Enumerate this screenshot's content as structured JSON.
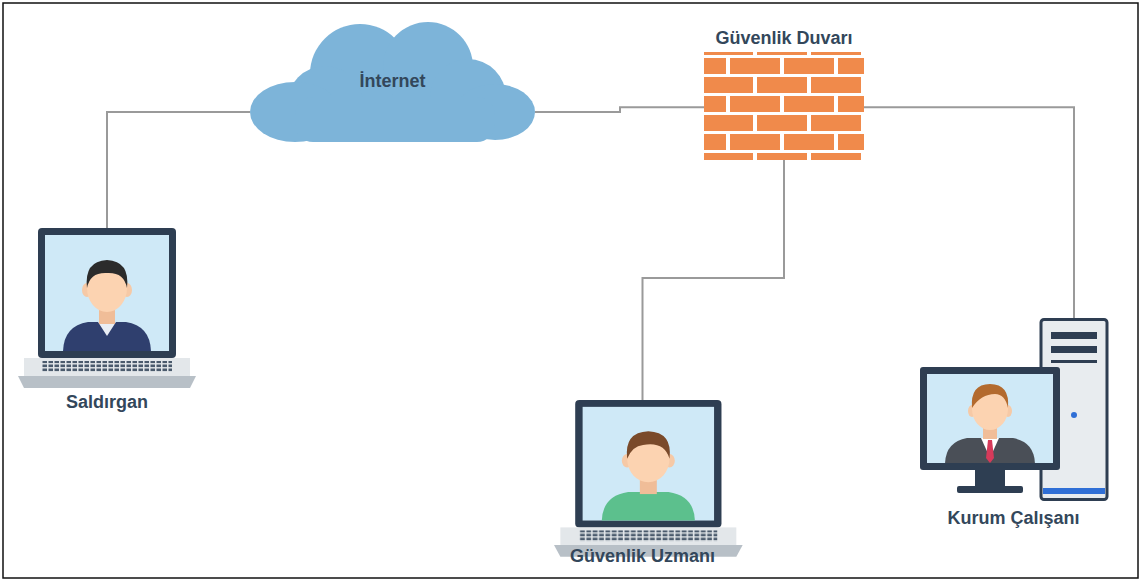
{
  "diagram": {
    "nodes": [
      {
        "text": [
          "İnternet"
        ]
      },
      {
        "text": [
          "Güvenlik Duvarı"
        ]
      },
      {
        "text": [
          "Saldırgan"
        ]
      },
      {
        "text": [
          "Güvenlik Uzmanı"
        ]
      },
      {
        "text": [
          "Kurum Çalışanı"
        ]
      }
    ],
    "edges": [
      {
        "from": 2,
        "to": 0,
        "arrow": "none"
      },
      {
        "from": 0,
        "to": 1,
        "arrow": "none"
      },
      {
        "from": 1,
        "to": 3,
        "arrow": "none"
      },
      {
        "from": 1,
        "to": 4,
        "arrow": "none"
      }
    ]
  }
}
